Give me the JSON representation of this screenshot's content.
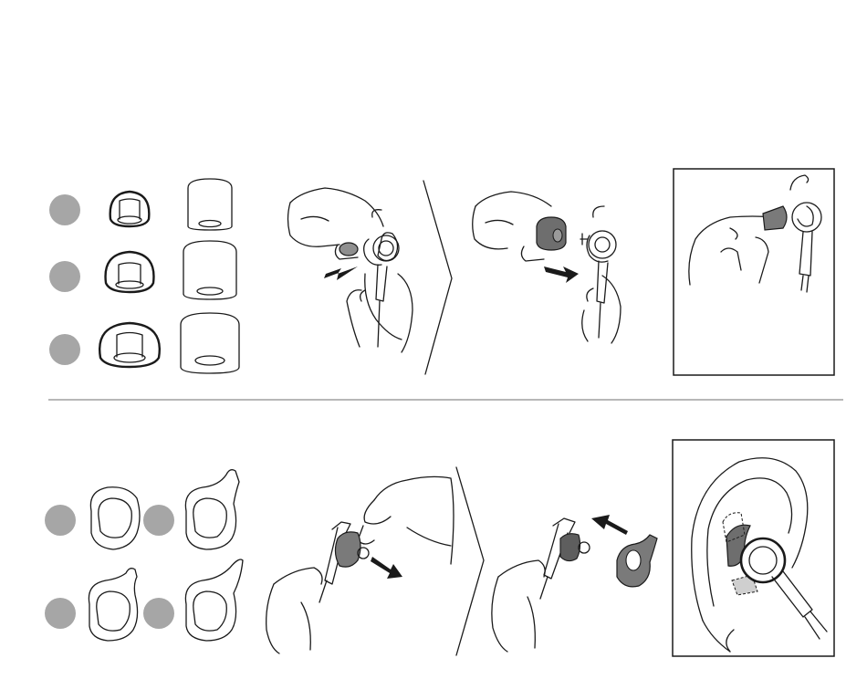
{
  "colors": {
    "line": "#1a1a1a",
    "marker": "#a6a6a6",
    "part_fill": "#7a7a7a",
    "part_dark": "#5e5e5e",
    "divider": "#8c8c8c"
  },
  "sections": {
    "eartips": {
      "size_markers": 3,
      "tip_types": [
        "silicone-eartip",
        "foam-eartip"
      ]
    },
    "earwings": {
      "size_markers": 4
    }
  },
  "icons": [
    "arrow-icon",
    "chevron-divider-icon",
    "hand-icon",
    "earbud-icon",
    "ear-icon"
  ]
}
